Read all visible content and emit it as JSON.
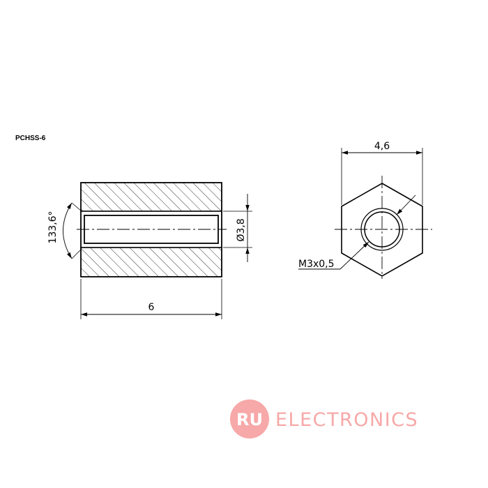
{
  "part_number": "PCHSS-6",
  "dimensions": {
    "length": "6",
    "bore_diameter": "Ø3,8",
    "angle": "133,6°",
    "hex_width": "4,6",
    "thread": "M3x0,5"
  },
  "watermark": {
    "mark": "RU",
    "text": "ELECTRONICS",
    "color": "#f7a8a8"
  },
  "colors": {
    "line": "#000000",
    "background": "#ffffff"
  }
}
